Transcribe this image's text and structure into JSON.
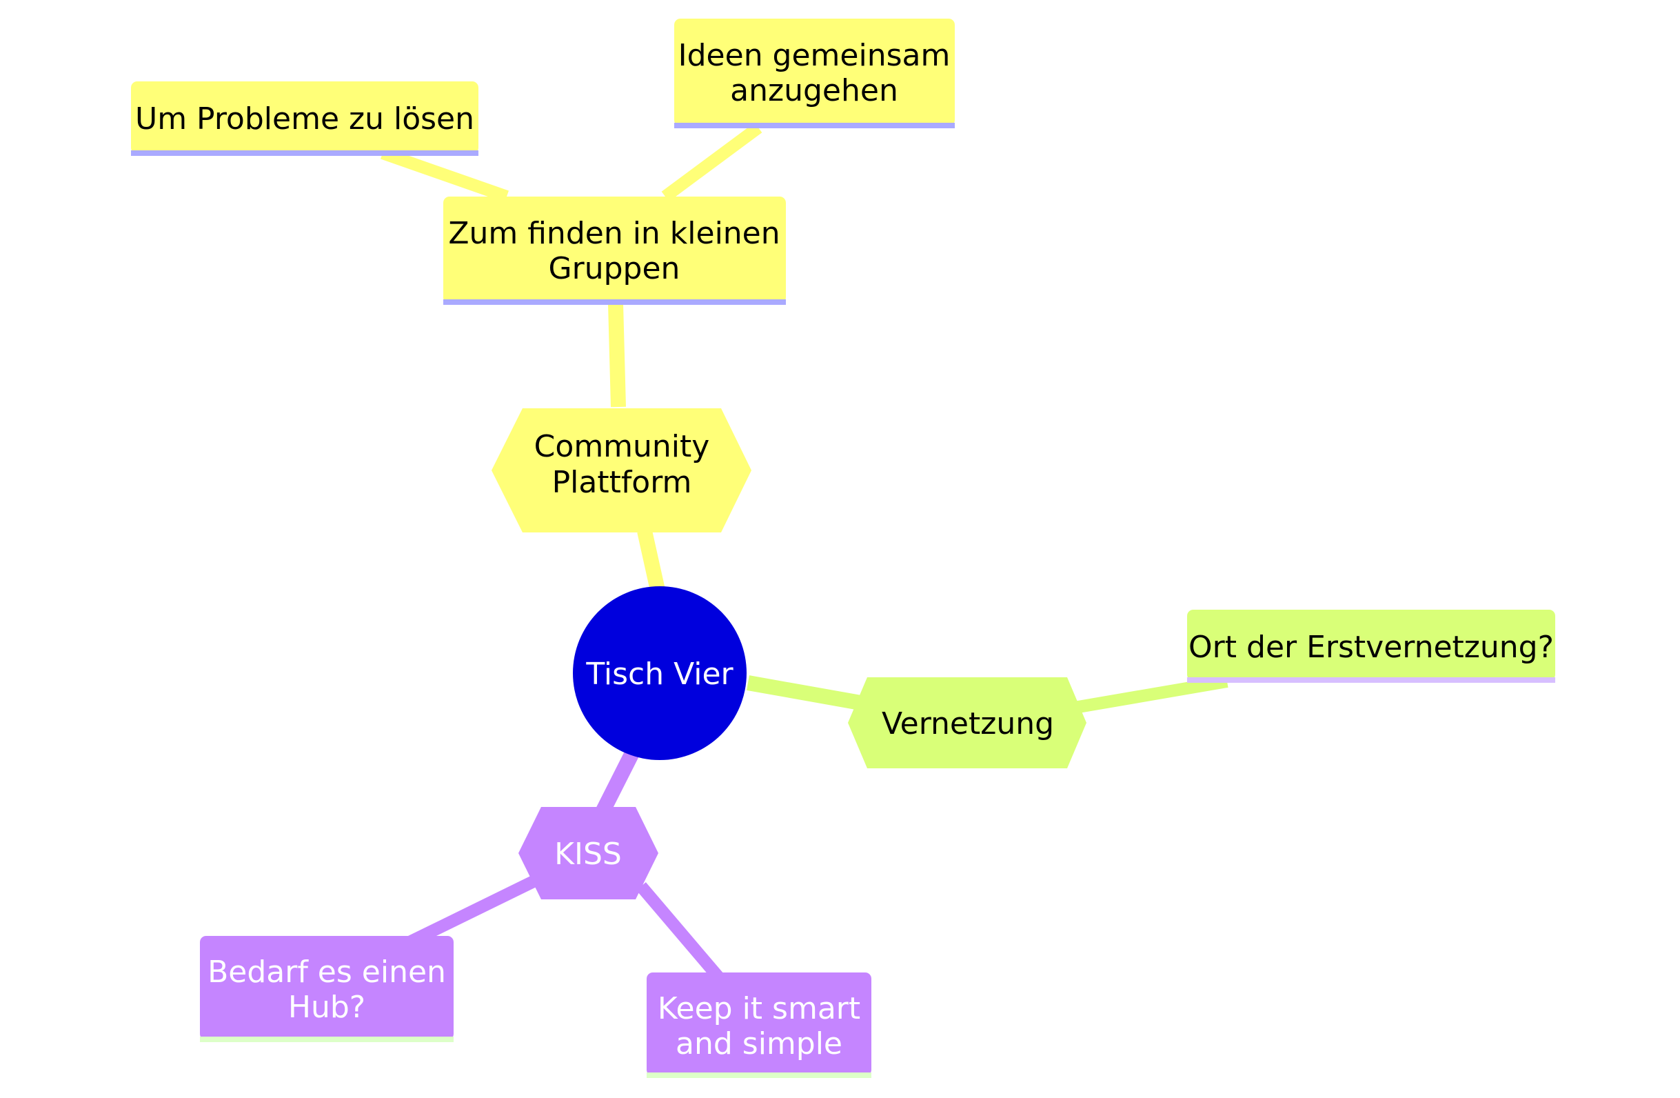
{
  "colors": {
    "root": "#0000dd",
    "branch_community": "#ffff78",
    "branch_network": "#d9ff78",
    "branch_kiss": "#c585ff",
    "underline_yellow": "#aaaaff",
    "underline_green": "#d7bfff",
    "underline_purple": "#ddffc8",
    "text_dark": "#000000",
    "text_light": "#ffffff"
  },
  "root": {
    "label": "Tisch Vier"
  },
  "branches": {
    "community": {
      "label_line1": "Community",
      "label_line2": "Plattform",
      "child": {
        "label_line1": "Zum finden in kleinen",
        "label_line2": "Gruppen",
        "leaves": [
          {
            "label_line1": "Um Probleme zu lösen"
          },
          {
            "label_line1": "Ideen gemeinsam",
            "label_line2": "anzugehen"
          }
        ]
      }
    },
    "network": {
      "label": "Vernetzung",
      "leaf": {
        "label": "Ort der Erstvernetzung?"
      }
    },
    "kiss": {
      "label": "KISS",
      "leaves": [
        {
          "label_line1": "Bedarf es einen",
          "label_line2": "Hub?"
        },
        {
          "label_line1": "Keep it smart",
          "label_line2": "and simple"
        }
      ]
    }
  }
}
